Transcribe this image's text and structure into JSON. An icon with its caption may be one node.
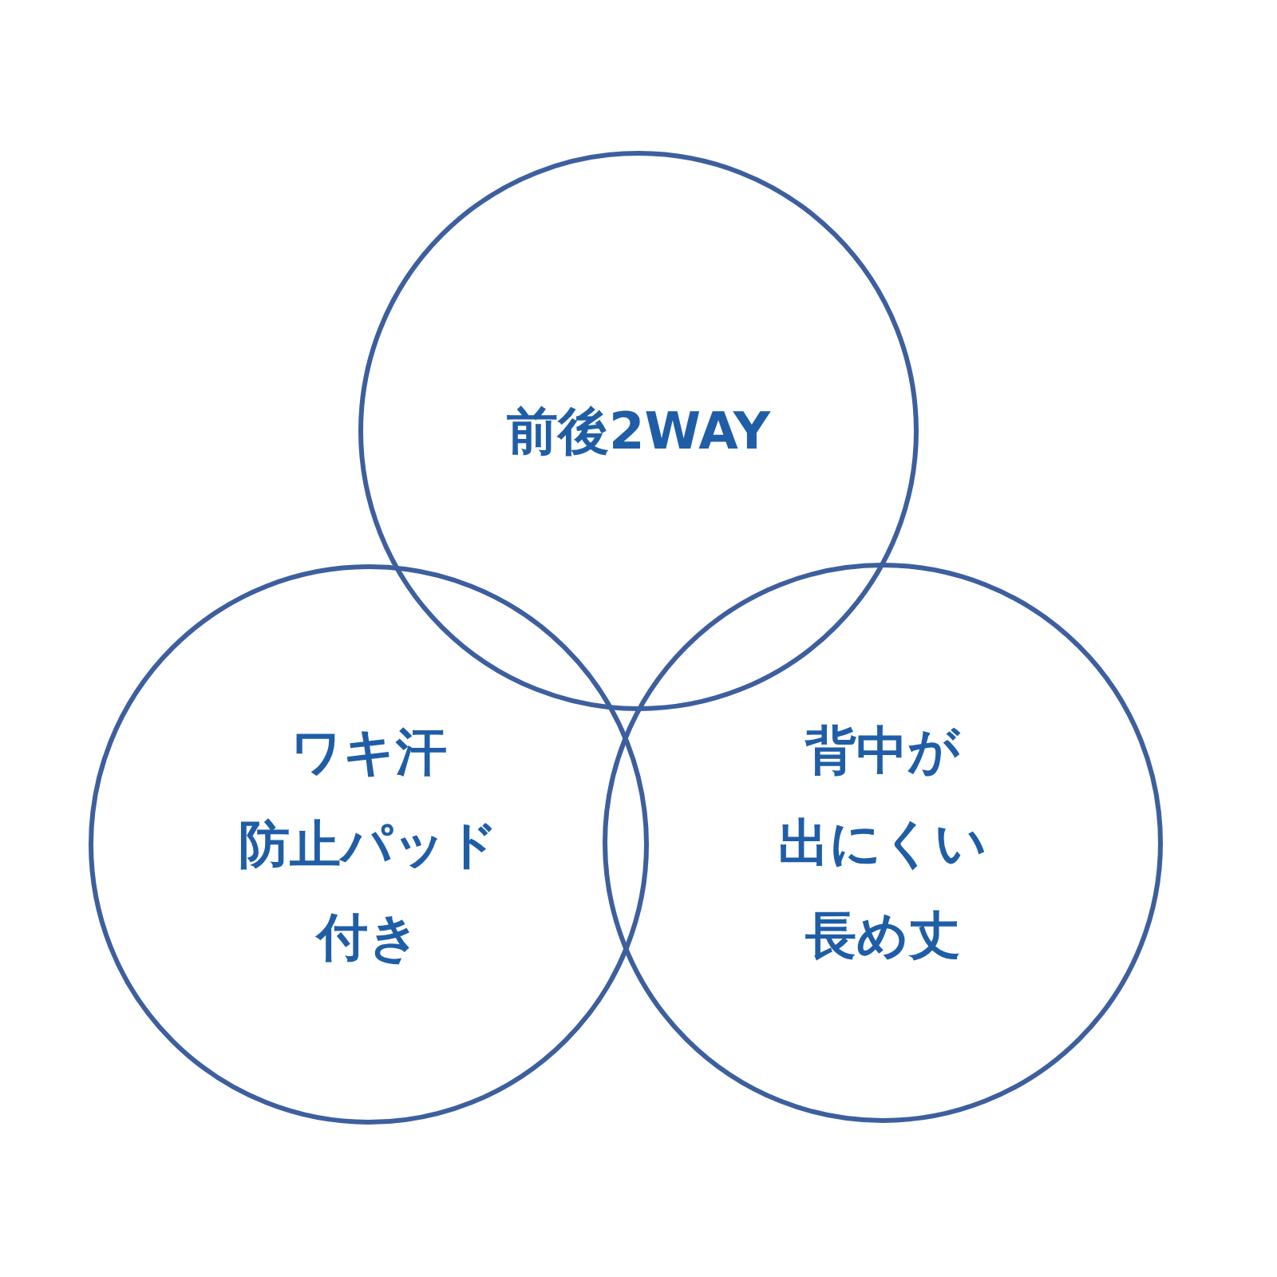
{
  "diagram": {
    "nodes": [
      {
        "text": [
          "前後2WAY"
        ]
      },
      {
        "text": [
          "ワキ汗",
          "防止パッド",
          "付き"
        ]
      },
      {
        "text": [
          "背中が",
          "出にくい",
          "長め丈"
        ]
      }
    ]
  }
}
